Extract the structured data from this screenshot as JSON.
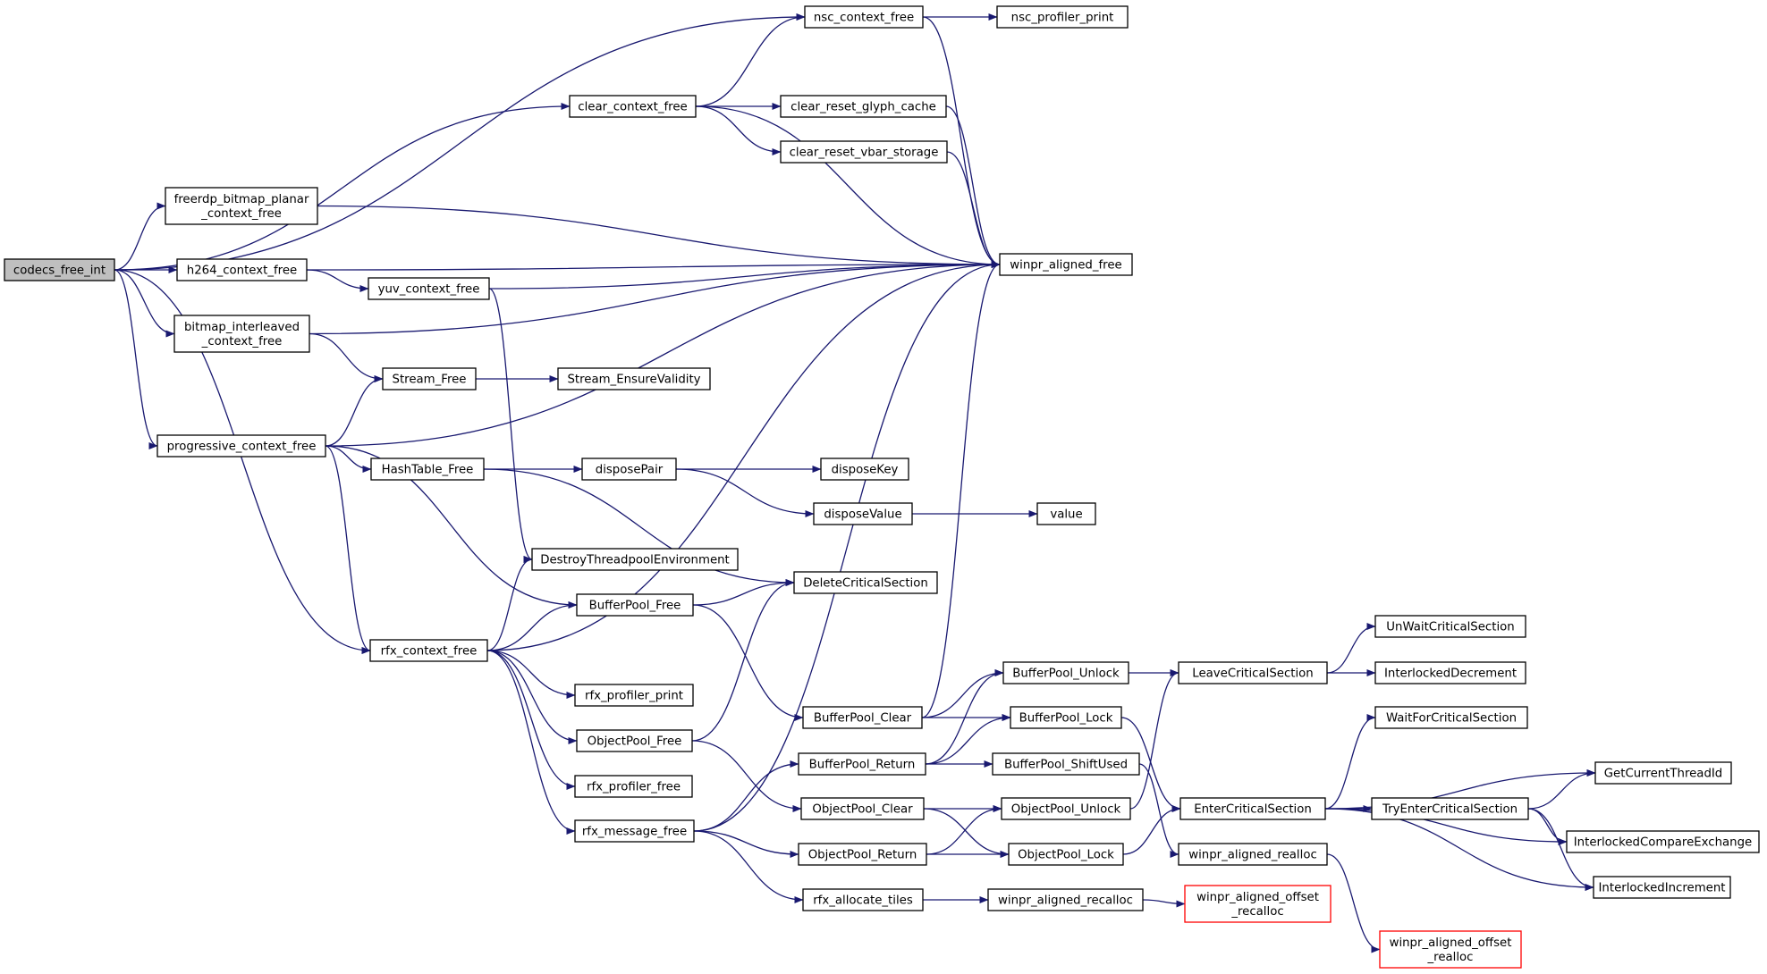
{
  "nodes": [
    {
      "id": "codecs_free_int",
      "lines": [
        "codecs_free_int"
      ],
      "root": true
    },
    {
      "id": "nsc_context_free",
      "lines": [
        "nsc_context_free"
      ]
    },
    {
      "id": "nsc_profiler_print",
      "lines": [
        "nsc_profiler_print"
      ]
    },
    {
      "id": "clear_context_free",
      "lines": [
        "clear_context_free"
      ]
    },
    {
      "id": "clear_reset_glyph_cache",
      "lines": [
        "clear_reset_glyph_cache"
      ]
    },
    {
      "id": "clear_reset_vbar_storage",
      "lines": [
        "clear_reset_vbar_storage"
      ]
    },
    {
      "id": "freerdp_bitmap_planar_context_free",
      "lines": [
        "freerdp_bitmap_planar",
        "_context_free"
      ]
    },
    {
      "id": "winpr_aligned_free",
      "lines": [
        "winpr_aligned_free"
      ]
    },
    {
      "id": "h264_context_free",
      "lines": [
        "h264_context_free"
      ]
    },
    {
      "id": "yuv_context_free",
      "lines": [
        "yuv_context_free"
      ]
    },
    {
      "id": "bitmap_interleaved_context_free",
      "lines": [
        "bitmap_interleaved",
        "_context_free"
      ]
    },
    {
      "id": "Stream_Free",
      "lines": [
        "Stream_Free"
      ]
    },
    {
      "id": "Stream_EnsureValidity",
      "lines": [
        "Stream_EnsureValidity"
      ]
    },
    {
      "id": "progressive_context_free",
      "lines": [
        "progressive_context_free"
      ]
    },
    {
      "id": "HashTable_Free",
      "lines": [
        "HashTable_Free"
      ]
    },
    {
      "id": "disposePair",
      "lines": [
        "disposePair"
      ]
    },
    {
      "id": "disposeKey",
      "lines": [
        "disposeKey"
      ]
    },
    {
      "id": "disposeValue",
      "lines": [
        "disposeValue"
      ]
    },
    {
      "id": "value",
      "lines": [
        "value"
      ]
    },
    {
      "id": "DestroyThreadpoolEnvironment",
      "lines": [
        "DestroyThreadpoolEnvironment"
      ]
    },
    {
      "id": "DeleteCriticalSection",
      "lines": [
        "DeleteCriticalSection"
      ]
    },
    {
      "id": "BufferPool_Free",
      "lines": [
        "BufferPool_Free"
      ]
    },
    {
      "id": "rfx_context_free",
      "lines": [
        "rfx_context_free"
      ]
    },
    {
      "id": "rfx_profiler_print",
      "lines": [
        "rfx_profiler_print"
      ]
    },
    {
      "id": "ObjectPool_Free",
      "lines": [
        "ObjectPool_Free"
      ]
    },
    {
      "id": "rfx_profiler_free",
      "lines": [
        "rfx_profiler_free"
      ]
    },
    {
      "id": "rfx_message_free",
      "lines": [
        "rfx_message_free"
      ]
    },
    {
      "id": "BufferPool_Clear",
      "lines": [
        "BufferPool_Clear"
      ]
    },
    {
      "id": "BufferPool_Return",
      "lines": [
        "BufferPool_Return"
      ]
    },
    {
      "id": "ObjectPool_Clear",
      "lines": [
        "ObjectPool_Clear"
      ]
    },
    {
      "id": "ObjectPool_Return",
      "lines": [
        "ObjectPool_Return"
      ]
    },
    {
      "id": "rfx_allocate_tiles",
      "lines": [
        "rfx_allocate_tiles"
      ]
    },
    {
      "id": "BufferPool_Unlock",
      "lines": [
        "BufferPool_Unlock"
      ]
    },
    {
      "id": "BufferPool_Lock",
      "lines": [
        "BufferPool_Lock"
      ]
    },
    {
      "id": "BufferPool_ShiftUsed",
      "lines": [
        "BufferPool_ShiftUsed"
      ]
    },
    {
      "id": "ObjectPool_Unlock",
      "lines": [
        "ObjectPool_Unlock"
      ]
    },
    {
      "id": "ObjectPool_Lock",
      "lines": [
        "ObjectPool_Lock"
      ]
    },
    {
      "id": "winpr_aligned_recalloc",
      "lines": [
        "winpr_aligned_recalloc"
      ]
    },
    {
      "id": "winpr_aligned_offset_recalloc",
      "lines": [
        "winpr_aligned_offset",
        "_recalloc"
      ],
      "red": true
    },
    {
      "id": "LeaveCriticalSection",
      "lines": [
        "LeaveCriticalSection"
      ]
    },
    {
      "id": "EnterCriticalSection",
      "lines": [
        "EnterCriticalSection"
      ]
    },
    {
      "id": "winpr_aligned_realloc",
      "lines": [
        "winpr_aligned_realloc"
      ]
    },
    {
      "id": "winpr_aligned_offset_realloc",
      "lines": [
        "winpr_aligned_offset",
        "_realloc"
      ],
      "red": true
    },
    {
      "id": "UnWaitCriticalSection",
      "lines": [
        "UnWaitCriticalSection"
      ]
    },
    {
      "id": "InterlockedDecrement",
      "lines": [
        "InterlockedDecrement"
      ]
    },
    {
      "id": "WaitForCriticalSection",
      "lines": [
        "WaitForCriticalSection"
      ]
    },
    {
      "id": "TryEnterCriticalSection",
      "lines": [
        "TryEnterCriticalSection"
      ]
    },
    {
      "id": "GetCurrentThreadId",
      "lines": [
        "GetCurrentThreadId"
      ]
    },
    {
      "id": "InterlockedCompareExchange",
      "lines": [
        "InterlockedCompareExchange"
      ]
    },
    {
      "id": "InterlockedIncrement",
      "lines": [
        "InterlockedIncrement"
      ]
    }
  ],
  "edges": [
    [
      "codecs_free_int",
      "nsc_context_free"
    ],
    [
      "codecs_free_int",
      "clear_context_free"
    ],
    [
      "codecs_free_int",
      "freerdp_bitmap_planar_context_free"
    ],
    [
      "codecs_free_int",
      "h264_context_free"
    ],
    [
      "codecs_free_int",
      "bitmap_interleaved_context_free"
    ],
    [
      "codecs_free_int",
      "progressive_context_free"
    ],
    [
      "codecs_free_int",
      "rfx_context_free"
    ],
    [
      "nsc_context_free",
      "nsc_profiler_print"
    ],
    [
      "nsc_context_free",
      "winpr_aligned_free"
    ],
    [
      "clear_context_free",
      "nsc_context_free"
    ],
    [
      "clear_context_free",
      "clear_reset_glyph_cache"
    ],
    [
      "clear_context_free",
      "clear_reset_vbar_storage"
    ],
    [
      "clear_context_free",
      "winpr_aligned_free"
    ],
    [
      "clear_reset_glyph_cache",
      "winpr_aligned_free"
    ],
    [
      "clear_reset_vbar_storage",
      "winpr_aligned_free"
    ],
    [
      "freerdp_bitmap_planar_context_free",
      "winpr_aligned_free"
    ],
    [
      "h264_context_free",
      "winpr_aligned_free"
    ],
    [
      "h264_context_free",
      "yuv_context_free"
    ],
    [
      "yuv_context_free",
      "winpr_aligned_free"
    ],
    [
      "yuv_context_free",
      "DestroyThreadpoolEnvironment"
    ],
    [
      "bitmap_interleaved_context_free",
      "winpr_aligned_free"
    ],
    [
      "bitmap_interleaved_context_free",
      "Stream_Free"
    ],
    [
      "Stream_Free",
      "Stream_EnsureValidity"
    ],
    [
      "progressive_context_free",
      "Stream_Free"
    ],
    [
      "progressive_context_free",
      "winpr_aligned_free"
    ],
    [
      "progressive_context_free",
      "HashTable_Free"
    ],
    [
      "progressive_context_free",
      "BufferPool_Free"
    ],
    [
      "progressive_context_free",
      "rfx_context_free"
    ],
    [
      "HashTable_Free",
      "disposePair"
    ],
    [
      "HashTable_Free",
      "DeleteCriticalSection"
    ],
    [
      "disposePair",
      "disposeKey"
    ],
    [
      "disposePair",
      "disposeValue"
    ],
    [
      "disposeValue",
      "value"
    ],
    [
      "BufferPool_Free",
      "DeleteCriticalSection"
    ],
    [
      "BufferPool_Free",
      "BufferPool_Clear"
    ],
    [
      "rfx_context_free",
      "DestroyThreadpoolEnvironment"
    ],
    [
      "rfx_context_free",
      "BufferPool_Free"
    ],
    [
      "rfx_context_free",
      "winpr_aligned_free"
    ],
    [
      "rfx_context_free",
      "rfx_profiler_print"
    ],
    [
      "rfx_context_free",
      "ObjectPool_Free"
    ],
    [
      "rfx_context_free",
      "rfx_profiler_free"
    ],
    [
      "rfx_context_free",
      "rfx_message_free"
    ],
    [
      "ObjectPool_Free",
      "DeleteCriticalSection"
    ],
    [
      "ObjectPool_Free",
      "ObjectPool_Clear"
    ],
    [
      "rfx_message_free",
      "winpr_aligned_free"
    ],
    [
      "rfx_message_free",
      "BufferPool_Return"
    ],
    [
      "rfx_message_free",
      "ObjectPool_Return"
    ],
    [
      "rfx_message_free",
      "rfx_allocate_tiles"
    ],
    [
      "BufferPool_Clear",
      "winpr_aligned_free"
    ],
    [
      "BufferPool_Clear",
      "BufferPool_Unlock"
    ],
    [
      "BufferPool_Clear",
      "BufferPool_Lock"
    ],
    [
      "BufferPool_Return",
      "BufferPool_Unlock"
    ],
    [
      "BufferPool_Return",
      "BufferPool_Lock"
    ],
    [
      "BufferPool_Return",
      "BufferPool_ShiftUsed"
    ],
    [
      "ObjectPool_Clear",
      "ObjectPool_Unlock"
    ],
    [
      "ObjectPool_Clear",
      "ObjectPool_Lock"
    ],
    [
      "ObjectPool_Return",
      "ObjectPool_Unlock"
    ],
    [
      "ObjectPool_Return",
      "ObjectPool_Lock"
    ],
    [
      "rfx_allocate_tiles",
      "winpr_aligned_recalloc"
    ],
    [
      "winpr_aligned_recalloc",
      "winpr_aligned_offset_recalloc"
    ],
    [
      "BufferPool_Unlock",
      "LeaveCriticalSection"
    ],
    [
      "BufferPool_Lock",
      "EnterCriticalSection"
    ],
    [
      "BufferPool_ShiftUsed",
      "winpr_aligned_realloc"
    ],
    [
      "ObjectPool_Unlock",
      "LeaveCriticalSection"
    ],
    [
      "ObjectPool_Lock",
      "EnterCriticalSection"
    ],
    [
      "winpr_aligned_realloc",
      "winpr_aligned_offset_realloc"
    ],
    [
      "LeaveCriticalSection",
      "UnWaitCriticalSection"
    ],
    [
      "LeaveCriticalSection",
      "InterlockedDecrement"
    ],
    [
      "EnterCriticalSection",
      "WaitForCriticalSection"
    ],
    [
      "EnterCriticalSection",
      "GetCurrentThreadId"
    ],
    [
      "EnterCriticalSection",
      "TryEnterCriticalSection"
    ],
    [
      "EnterCriticalSection",
      "InterlockedCompareExchange"
    ],
    [
      "EnterCriticalSection",
      "InterlockedIncrement"
    ],
    [
      "TryEnterCriticalSection",
      "GetCurrentThreadId"
    ],
    [
      "TryEnterCriticalSection",
      "InterlockedCompareExchange"
    ],
    [
      "TryEnterCriticalSection",
      "InterlockedIncrement"
    ]
  ],
  "colors": {
    "edge": "#191970",
    "root_fill": "#bfbfbf",
    "red_border": "#ff0000"
  }
}
